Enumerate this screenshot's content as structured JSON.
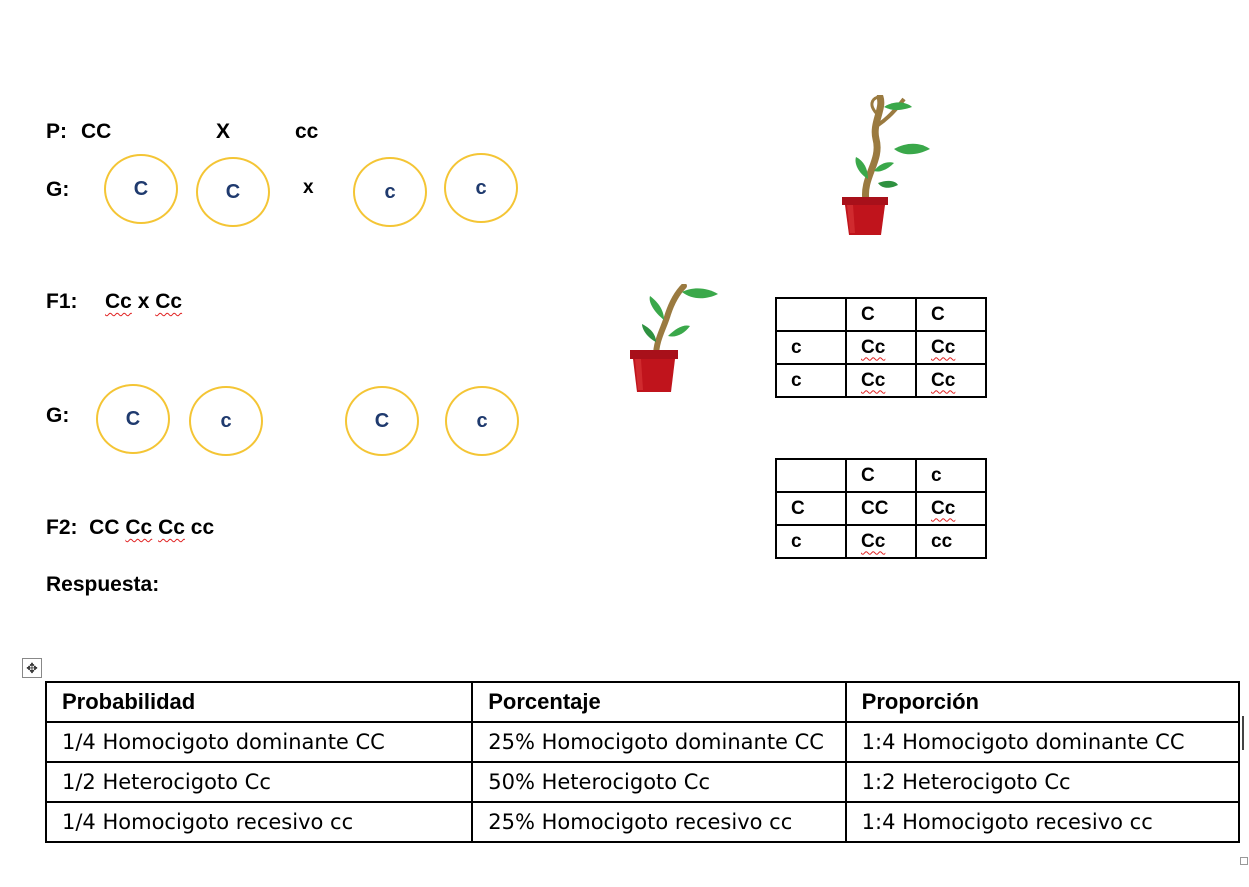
{
  "parental": {
    "label": "P:",
    "parent1": "CC",
    "cross": "X",
    "parent2": "cc"
  },
  "gametes1": {
    "label": "G:",
    "cross": "x",
    "alleles": [
      "C",
      "C",
      "c",
      "c"
    ]
  },
  "f1": {
    "label": "F1:",
    "first": "Cc",
    "cross": "x",
    "second": "Cc"
  },
  "gametes2": {
    "label": "G:",
    "alleles": [
      "C",
      "c",
      "C",
      "c"
    ]
  },
  "f2": {
    "label": "F2:",
    "g1": "CC",
    "g2": "Cc",
    "g3": "Cc",
    "g4": "cc"
  },
  "answer_label": "Respuesta:",
  "punnett1": {
    "rows": [
      [
        "",
        "C",
        "C"
      ],
      [
        "c",
        "Cc",
        "Cc"
      ],
      [
        "c",
        "Cc",
        "Cc"
      ]
    ]
  },
  "punnett2": {
    "rows": [
      [
        "",
        "C",
        "c"
      ],
      [
        "C",
        "CC",
        "Cc"
      ],
      [
        "c",
        "Cc",
        "cc"
      ]
    ]
  },
  "results_table": {
    "headers": [
      "Probabilidad",
      "Porcentaje",
      "Proporción"
    ],
    "rows": [
      [
        "1/4 Homocigoto dominante CC",
        "25% Homocigoto dominante CC",
        "1:4 Homocigoto dominante CC"
      ],
      [
        "1/2 Heterocigoto Cc",
        "50% Heterocigoto Cc",
        "1:2 Heterocigoto Cc"
      ],
      [
        "1/4 Homocigoto recesivo cc",
        "25% Homocigoto recesivo cc",
        "1:4 Homocigoto recesivo cc"
      ]
    ]
  },
  "colors": {
    "circle_border": "#f4c535",
    "allele_text": "#1f3a6e",
    "pot": "#c0141c",
    "leaf": "#3aa84a",
    "stem": "#9a7a40"
  },
  "icons": [
    "plant-icon",
    "table-move-icon"
  ]
}
